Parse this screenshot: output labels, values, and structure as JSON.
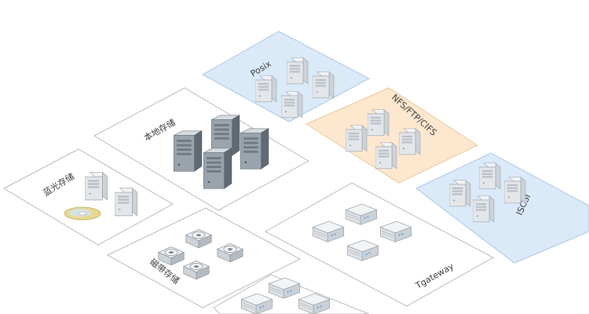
{
  "zones": [
    {
      "id": "posix",
      "label": "Posix",
      "fill": "#dbeaf8",
      "stroke": "#a9c7e4"
    },
    {
      "id": "local",
      "label": "本地存储",
      "fill": "#ffffff",
      "stroke": "#b9b9b9"
    },
    {
      "id": "nfs",
      "label": "NFS/FTP/CIFS",
      "fill": "#fde8cf",
      "stroke": "#e7c59c"
    },
    {
      "id": "bluray",
      "label": "蓝光存储",
      "fill": "#ffffff",
      "stroke": "#b9b9b9"
    },
    {
      "id": "iscsi",
      "label": "ISCSI",
      "fill": "#dbeaf8",
      "stroke": "#a9c7e4"
    },
    {
      "id": "tape",
      "label": "磁带存储",
      "fill": "#ffffff",
      "stroke": "#b9b9b9"
    },
    {
      "id": "tgateway",
      "label": "Tgateway",
      "fill": "#ffffff",
      "stroke": "#b9b9b9"
    },
    {
      "id": "bottom",
      "label": "",
      "fill": "#ffffff",
      "stroke": "#b9b9b9"
    }
  ]
}
